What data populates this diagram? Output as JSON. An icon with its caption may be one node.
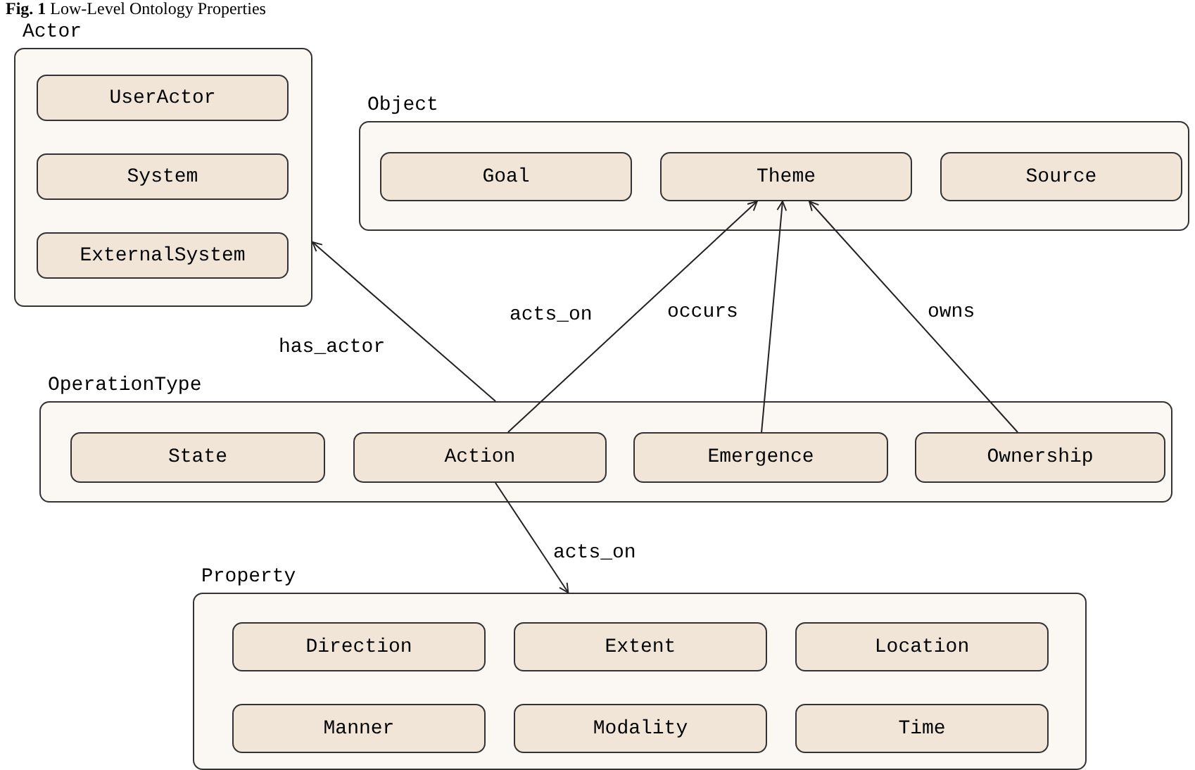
{
  "diagram": {
    "title": "**Fig. 1** Low-Level Ontology Properties",
    "nodes": [
      {
        "text": [
          "Actor"
        ]
      },
      {
        "text": [
          "UserActor"
        ],
        "in": 0
      },
      {
        "text": [
          "System"
        ],
        "in": 0
      },
      {
        "text": [
          "ExternalSystem"
        ],
        "in": 0
      },
      {
        "text": [
          "Object"
        ]
      },
      {
        "text": [
          "Goal"
        ],
        "in": 4
      },
      {
        "text": [
          "Theme"
        ],
        "in": 4
      },
      {
        "text": [
          "Source"
        ],
        "in": 4
      },
      {
        "text": [
          "OperationType"
        ]
      },
      {
        "text": [
          "State"
        ],
        "in": 8
      },
      {
        "text": [
          "Action"
        ],
        "in": 8
      },
      {
        "text": [
          "Emergence"
        ],
        "in": 8
      },
      {
        "text": [
          "Ownership"
        ],
        "in": 8
      },
      {
        "text": [
          "Property"
        ]
      },
      {
        "text": [
          "Direction"
        ],
        "in": 13
      },
      {
        "text": [
          "Extent"
        ],
        "in": 13
      },
      {
        "text": [
          "Location"
        ],
        "in": 13
      },
      {
        "text": [
          "Manner"
        ],
        "in": 13
      },
      {
        "text": [
          "Modality"
        ],
        "in": 13
      },
      {
        "text": [
          "Time"
        ],
        "in": 13
      }
    ],
    "edges": [
      {
        "from": 8,
        "to": 0,
        "arrow": "to",
        "label": "has_actor"
      },
      {
        "from": 10,
        "to": 6,
        "arrow": "to",
        "label": "acts_on"
      },
      {
        "from": 11,
        "to": 6,
        "arrow": "to",
        "label": "occurs"
      },
      {
        "from": 12,
        "to": 6,
        "arrow": "to",
        "label": "owns"
      },
      {
        "from": 10,
        "to": 13,
        "arrow": "to",
        "label": "acts_on"
      }
    ]
  }
}
